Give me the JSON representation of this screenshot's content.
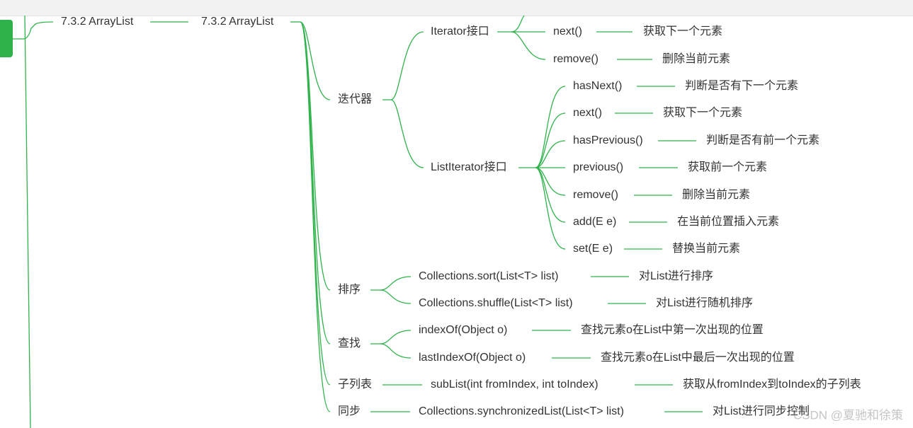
{
  "colors": {
    "edge": "#2fb24a",
    "accent": "#2fb24a",
    "text": "#333333"
  },
  "root": {
    "label": "7.3.2 ArrayList"
  },
  "center": {
    "label": "7.3.2 ArrayList"
  },
  "iterator": {
    "label": "迭代器",
    "iterator_interface": {
      "label": "Iterator接口",
      "methods": [
        {
          "name": "next()",
          "desc": "获取下一个元素"
        },
        {
          "name": "remove()",
          "desc": "删除当前元素"
        }
      ]
    },
    "list_iterator_interface": {
      "label": "ListIterator接口",
      "methods": [
        {
          "name": "hasNext()",
          "desc": "判断是否有下一个元素"
        },
        {
          "name": "next()",
          "desc": "获取下一个元素"
        },
        {
          "name": "hasPrevious()",
          "desc": "判断是否有前一个元素"
        },
        {
          "name": "previous()",
          "desc": "获取前一个元素"
        },
        {
          "name": "remove()",
          "desc": "删除当前元素"
        },
        {
          "name": "add(E e)",
          "desc": "在当前位置插入元素"
        },
        {
          "name": "set(E e)",
          "desc": "替换当前元素"
        }
      ]
    }
  },
  "sort": {
    "label": "排序",
    "methods": [
      {
        "name": "Collections.sort(List<T> list)",
        "desc": "对List进行排序"
      },
      {
        "name": "Collections.shuffle(List<T> list)",
        "desc": "对List进行随机排序"
      }
    ]
  },
  "search": {
    "label": "查找",
    "methods": [
      {
        "name": "indexOf(Object o)",
        "desc": "查找元素o在List中第一次出现的位置"
      },
      {
        "name": "lastIndexOf(Object o)",
        "desc": "查找元素o在List中最后一次出现的位置"
      }
    ]
  },
  "sublist": {
    "label": "子列表",
    "method": {
      "name": "subList(int fromIndex, int toIndex)",
      "desc": "获取从fromIndex到toIndex的子列表"
    }
  },
  "sync": {
    "label": "同步",
    "method": {
      "name": "Collections.synchronizedList(List<T> list)",
      "desc": "对List进行同步控制"
    }
  },
  "watermark": "CSDN @夏驰和徐策"
}
